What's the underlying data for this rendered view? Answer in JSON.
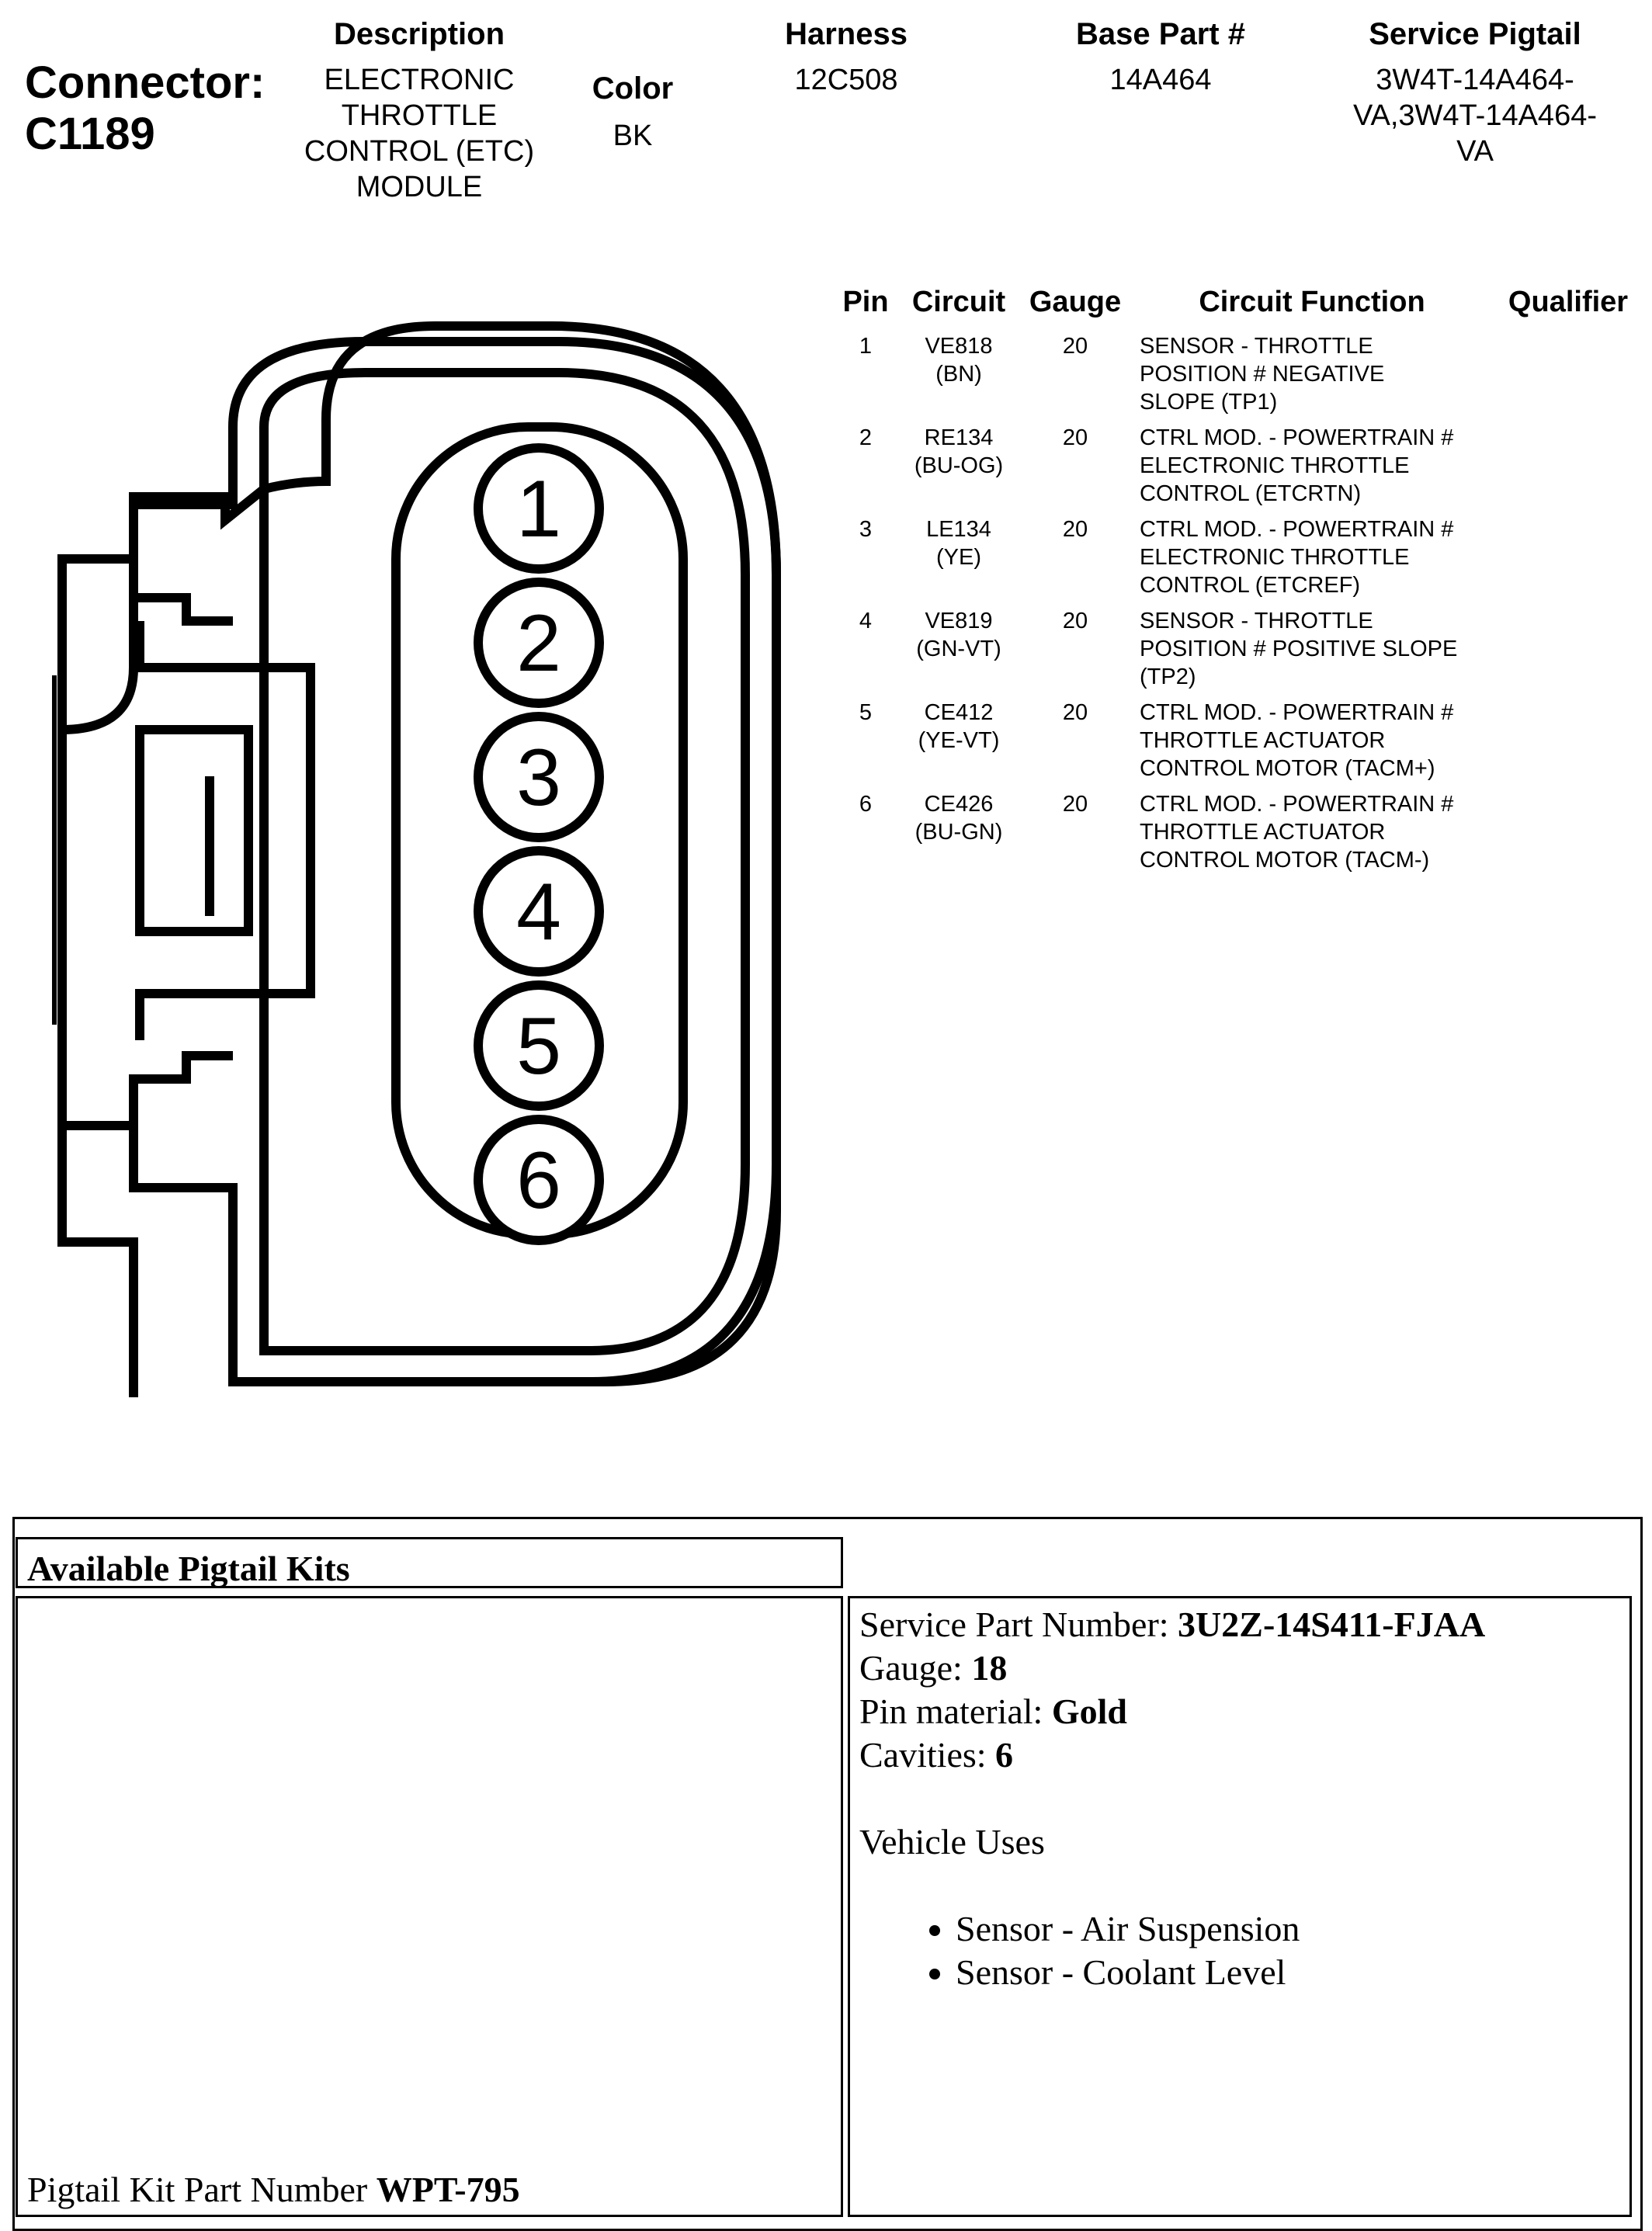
{
  "connector": {
    "label": "Connector:",
    "id": "C1189"
  },
  "header": {
    "description": {
      "label": "Description",
      "value": "ELECTRONIC\nTHROTTLE\nCONTROL (ETC)\nMODULE"
    },
    "color": {
      "label": "Color",
      "value": "BK"
    },
    "harness": {
      "label": "Harness",
      "value": "12C508"
    },
    "base_part": {
      "label": "Base Part #",
      "value": "14A464"
    },
    "service_pigtail": {
      "label": "Service Pigtail",
      "value": "3W4T-14A464-\nVA,3W4T-14A464-\nVA"
    }
  },
  "pin_table": {
    "headers": {
      "pin": "Pin",
      "circuit": "Circuit",
      "gauge": "Gauge",
      "function": "Circuit Function",
      "qualifier": "Qualifier"
    },
    "rows": [
      {
        "pin": "1",
        "circuit": "VE818\n(BN)",
        "gauge": "20",
        "function": "SENSOR - THROTTLE\nPOSITION # NEGATIVE\nSLOPE (TP1)"
      },
      {
        "pin": "2",
        "circuit": "RE134\n(BU-OG)",
        "gauge": "20",
        "function": "CTRL MOD. - POWERTRAIN #\nELECTRONIC THROTTLE\nCONTROL (ETCRTN)"
      },
      {
        "pin": "3",
        "circuit": "LE134\n(YE)",
        "gauge": "20",
        "function": "CTRL MOD. - POWERTRAIN #\nELECTRONIC THROTTLE\nCONTROL (ETCREF)"
      },
      {
        "pin": "4",
        "circuit": "VE819\n(GN-VT)",
        "gauge": "20",
        "function": "SENSOR - THROTTLE\nPOSITION # POSITIVE SLOPE\n(TP2)"
      },
      {
        "pin": "5",
        "circuit": "CE412\n(YE-VT)",
        "gauge": "20",
        "function": "CTRL MOD. - POWERTRAIN #\nTHROTTLE ACTUATOR\nCONTROL MOTOR (TACM+)"
      },
      {
        "pin": "6",
        "circuit": "CE426\n(BU-GN)",
        "gauge": "20",
        "function": "CTRL MOD. - POWERTRAIN #\nTHROTTLE ACTUATOR\nCONTROL MOTOR (TACM-)"
      }
    ]
  },
  "diagram": {
    "cavities": [
      "1",
      "2",
      "3",
      "4",
      "5",
      "6"
    ]
  },
  "pigtail": {
    "title": "Available Pigtail Kits",
    "kit_part_label": "Pigtail Kit Part Number ",
    "kit_part_value": "WPT-795",
    "service_part_label": "Service Part Number: ",
    "service_part_value": "3U2Z-14S411-FJAA",
    "gauge_label": "Gauge: ",
    "gauge_value": "18",
    "pin_material_label": "Pin material: ",
    "pin_material_value": "Gold",
    "cavities_label": "Cavities: ",
    "cavities_value": "6",
    "vehicle_uses_label": "Vehicle Uses",
    "vehicle_uses": [
      "Sensor - Air Suspension",
      "Sensor - Coolant Level"
    ]
  }
}
